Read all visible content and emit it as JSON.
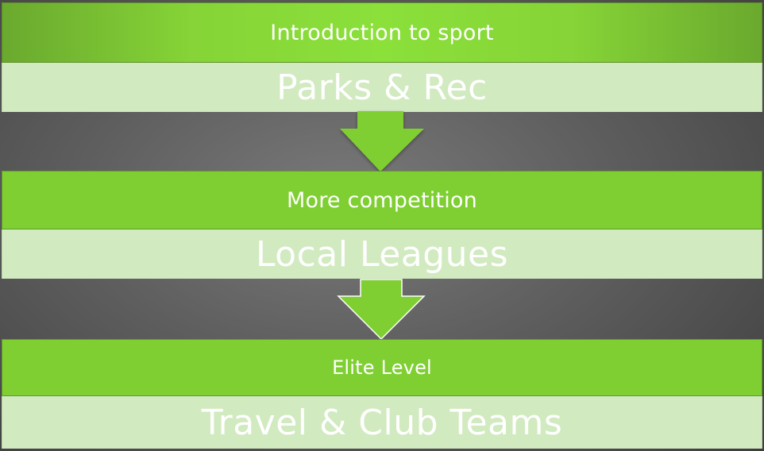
{
  "stages": [
    {
      "header": "Introduction to sport",
      "title": "Parks & Rec"
    },
    {
      "header": "More competition",
      "title": "Local Leagues"
    },
    {
      "header": "Elite Level",
      "title": "Travel & Club Teams"
    }
  ],
  "colors": {
    "header_green": "#7fcf33",
    "body_green": "#d1eac0",
    "arrow_green": "#7fcf33",
    "text": "#ffffff",
    "background": "#5e5e5e"
  }
}
